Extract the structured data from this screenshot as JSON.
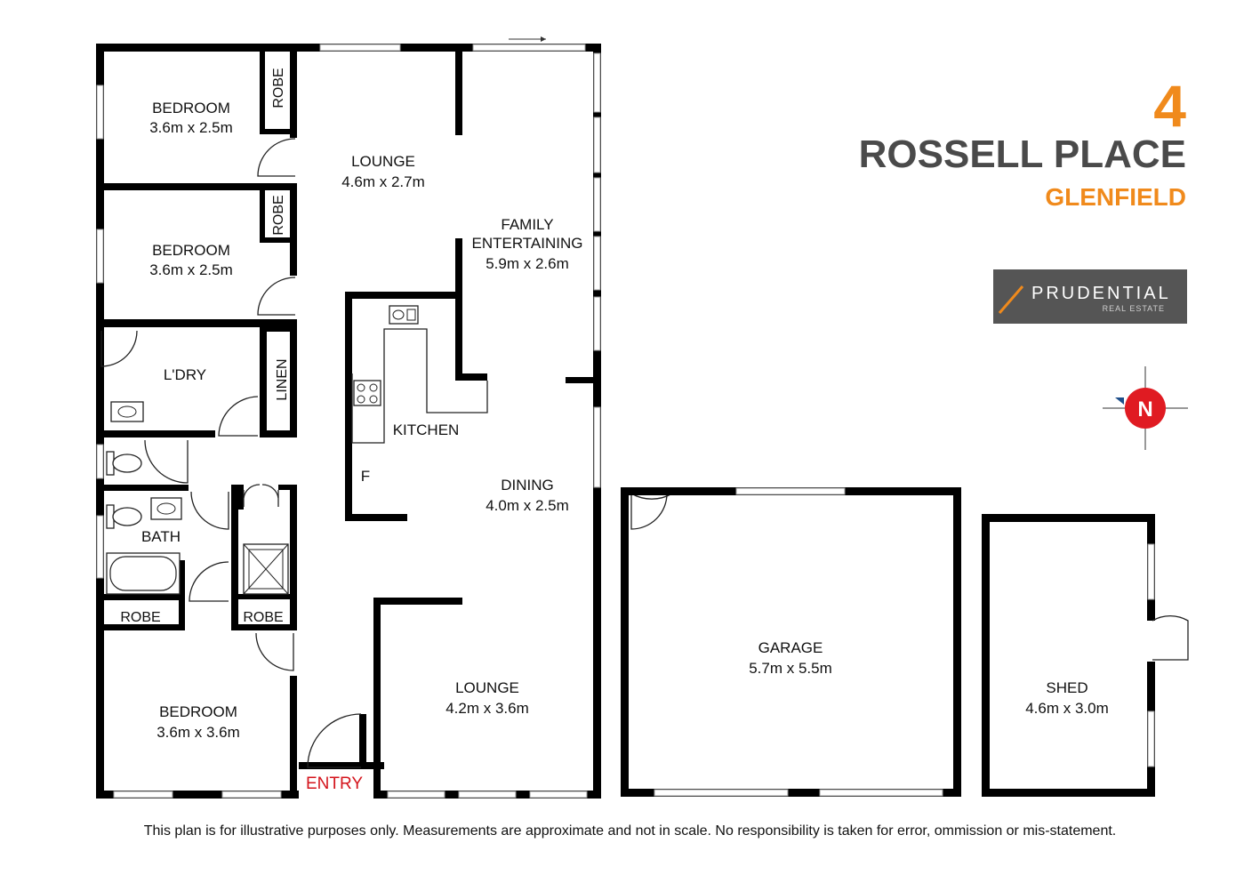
{
  "address": {
    "number": "4",
    "street": "ROSSELL PLACE",
    "suburb": "GLENFIELD"
  },
  "brand": {
    "name": "PRUDENTIAL",
    "tagline": "REAL ESTATE",
    "background": "#555555",
    "accent": "#f08a1c"
  },
  "compass": {
    "label": "N",
    "color": "#e01b22"
  },
  "rooms": {
    "bedroom1": {
      "name": "BEDROOM",
      "size": "3.6m x 2.5m"
    },
    "bedroom2": {
      "name": "BEDROOM",
      "size": "3.6m x 2.5m"
    },
    "bedroom3": {
      "name": "BEDROOM",
      "size": "3.6m x 3.6m"
    },
    "lounge1": {
      "name": "LOUNGE",
      "size": "4.6m x 2.7m"
    },
    "family": {
      "name_line1": "FAMILY",
      "name_line2": "ENTERTAINING",
      "size": "5.9m x 2.6m"
    },
    "kitchen": {
      "name": "KITCHEN",
      "fridge": "F"
    },
    "dining": {
      "name": "DINING",
      "size": "4.0m x 2.5m"
    },
    "lounge2": {
      "name": "LOUNGE",
      "size": "4.2m x 3.6m"
    },
    "laundry": {
      "name": "L'DRY"
    },
    "linen": {
      "name": "LINEN"
    },
    "bath": {
      "name": "BATH"
    },
    "robe1": {
      "name": "ROBE"
    },
    "robe2": {
      "name": "ROBE"
    },
    "robe3": {
      "name": "ROBE"
    },
    "robe4": {
      "name": "ROBE"
    },
    "garage": {
      "name": "GARAGE",
      "size": "5.7m x 5.5m"
    },
    "shed": {
      "name": "SHED",
      "size": "4.6m x 3.0m"
    }
  },
  "entry_label": "ENTRY",
  "disclaimer": "This plan is for illustrative purposes only. Measurements are approximate and not in scale. No responsibility is taken for error, ommission or mis-statement."
}
